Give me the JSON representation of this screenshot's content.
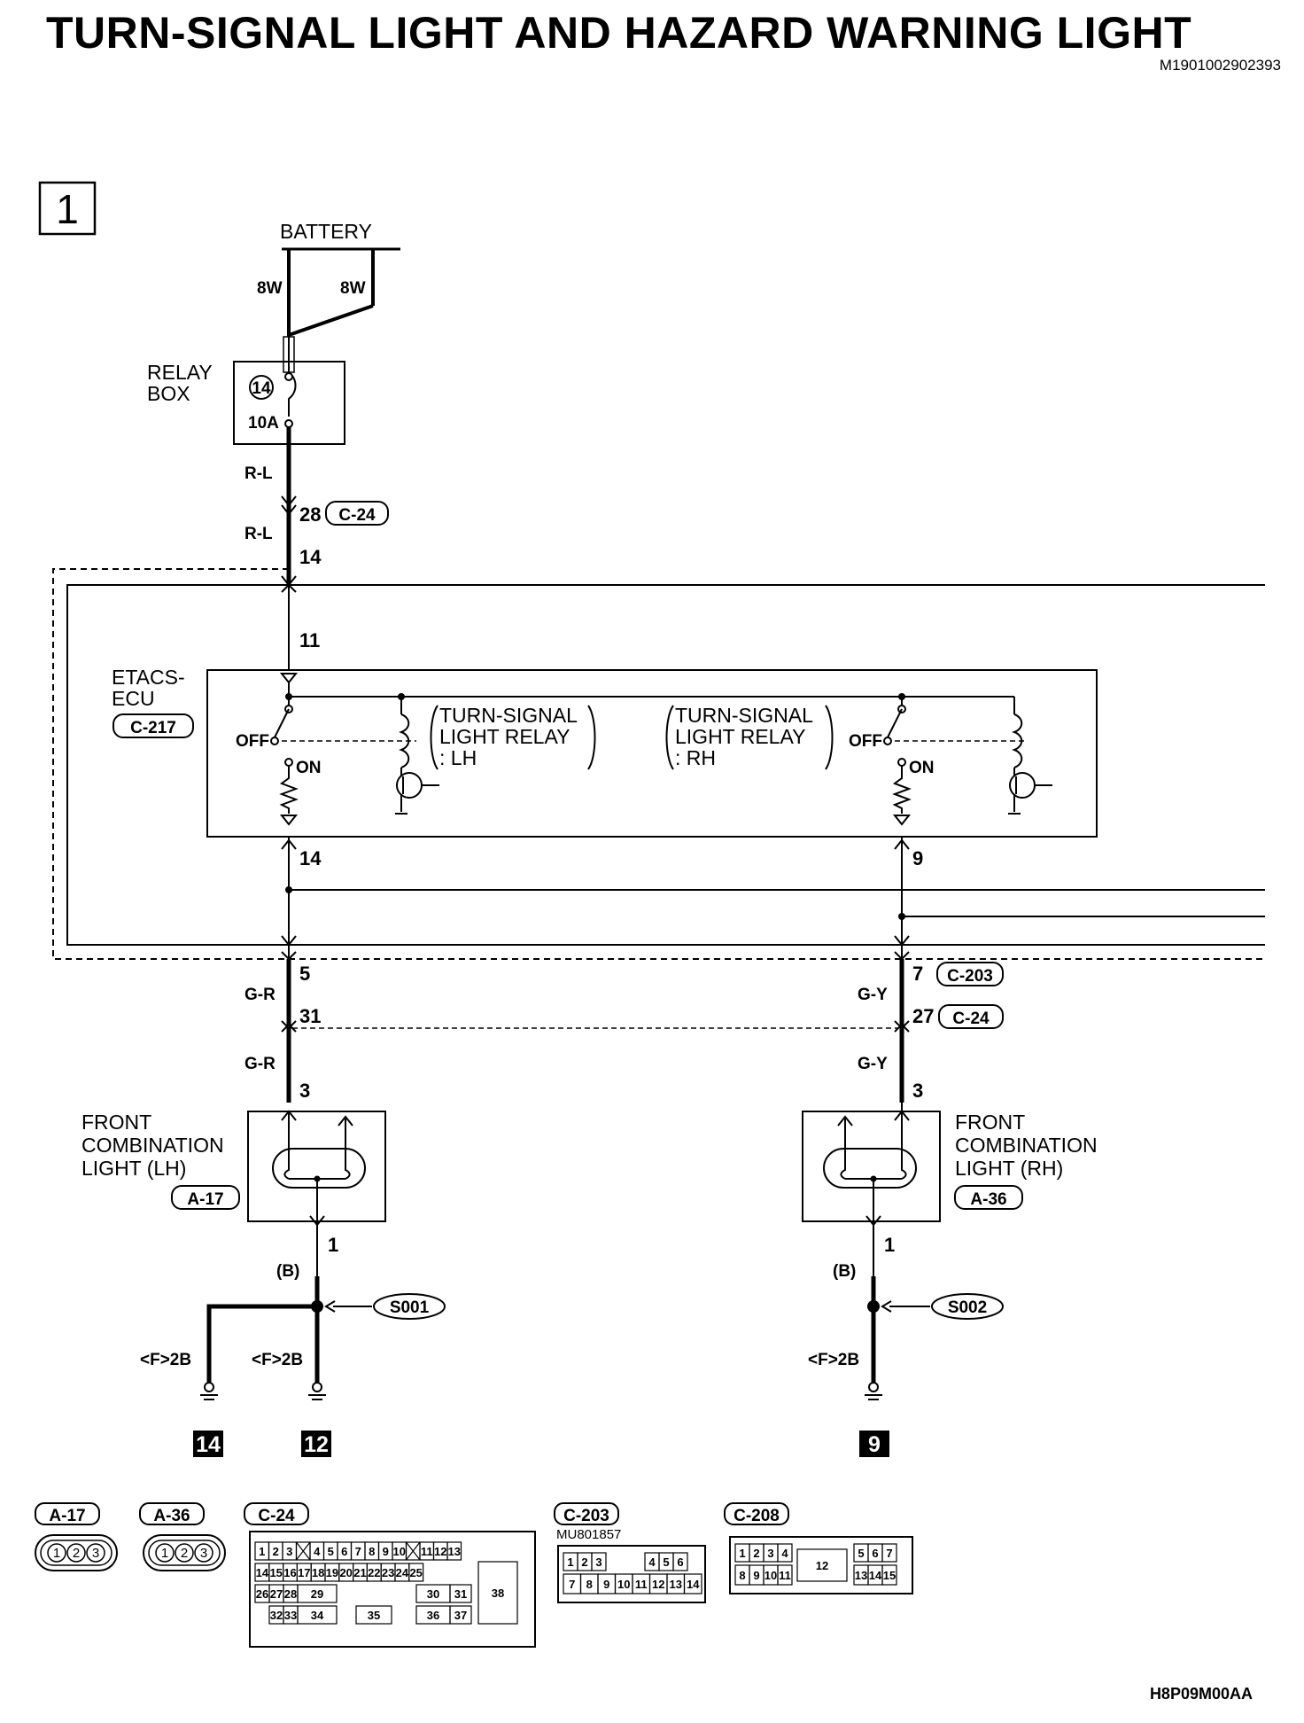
{
  "header": {
    "title": "TURN-SIGNAL LIGHT AND HAZARD WARNING LIGHT",
    "doc_id": "M1901002902393"
  },
  "page_box": "1",
  "battery": {
    "label": "BATTERY",
    "wire_left": "8W",
    "wire_right": "8W"
  },
  "relay_box": {
    "label_line1": "RELAY",
    "label_line2": "BOX",
    "fuse_no": "14",
    "fuse_rating": "10A"
  },
  "wires": {
    "rl_top": "R-L",
    "rl_bottom": "R-L",
    "gr_top": "G-R",
    "gr_bottom": "G-R",
    "gy_top": "G-Y",
    "gy_bottom": "G-Y",
    "b_left": "(B)",
    "b_right": "(B)"
  },
  "pins": {
    "p28": "28",
    "p14_top": "14",
    "p11": "11",
    "p14_ecu": "14",
    "p9": "9",
    "p5": "5",
    "p31": "31",
    "p3_left": "3",
    "p7": "7",
    "p27": "27",
    "p3_right": "3",
    "p1_left": "1",
    "p1_right": "1"
  },
  "connectors": {
    "c24_top": "C-24",
    "c217": "C-217",
    "c203": "C-203",
    "c24_mid": "C-24",
    "a17": "A-17",
    "a36": "A-36"
  },
  "ecu": {
    "label_line1": "ETACS-",
    "label_line2": "ECU",
    "relay_lh_line1": "TURN-SIGNAL",
    "relay_lh_line2": "LIGHT RELAY",
    "relay_lh_line3": ": LH",
    "relay_rh_line1": "TURN-SIGNAL",
    "relay_rh_line2": "LIGHT RELAY",
    "relay_rh_line3": ": RH",
    "off_left": "OFF",
    "on_left": "ON",
    "off_right": "OFF",
    "on_right": "ON"
  },
  "lights": {
    "lh_line1": "FRONT",
    "lh_line2": "COMBINATION",
    "lh_line3": "LIGHT (LH)",
    "rh_line1": "FRONT",
    "rh_line2": "COMBINATION",
    "rh_line3": "LIGHT (RH)"
  },
  "grounds": {
    "s001": "S001",
    "s002": "S002",
    "g_left": "<F>2B",
    "g_mid": "<F>2B",
    "g_right": "<F>2B",
    "ref_left": "14",
    "ref_mid": "12",
    "ref_right": "9"
  },
  "connector_views": {
    "a17": "A-17",
    "a36": "A-36",
    "c24": "C-24",
    "c203": "C-203",
    "c208": "C-208",
    "c203_part": "MU801857",
    "round_pins": [
      "1",
      "2",
      "3"
    ],
    "c24_row1": [
      "1",
      "2",
      "3",
      "",
      "4",
      "5",
      "6",
      "7",
      "8",
      "9",
      "10",
      "",
      "11",
      "12",
      "13"
    ],
    "c24_row2": [
      "14",
      "15",
      "16",
      "17",
      "18",
      "19",
      "20",
      "21",
      "22",
      "23",
      "24",
      "25"
    ],
    "c24_row3": [
      "26",
      "27",
      "28",
      "29",
      "30",
      "31"
    ],
    "c24_row4": [
      "32",
      "33",
      "34",
      "35",
      "36",
      "37"
    ],
    "c24_big": "38",
    "c203_row1": [
      "1",
      "2",
      "3",
      "4",
      "5",
      "6"
    ],
    "c203_row2": [
      "7",
      "8",
      "9",
      "10",
      "11",
      "12",
      "13",
      "14"
    ],
    "c208_row1": [
      "1",
      "2",
      "3",
      "4",
      "5",
      "6",
      "7"
    ],
    "c208_row2": [
      "8",
      "9",
      "10",
      "11",
      "13",
      "14",
      "15"
    ],
    "c208_big": "12"
  },
  "footer": {
    "code": "H8P09M00AA"
  }
}
